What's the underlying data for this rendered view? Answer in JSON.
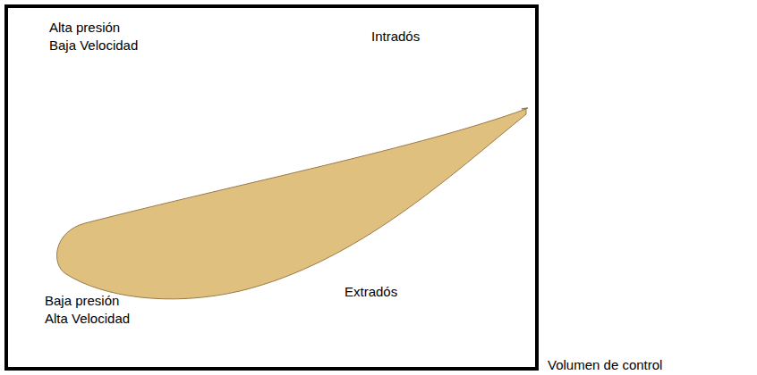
{
  "diagram": {
    "nodes": [
      {
        "text": [
          "Alta presión Baja Velocidad",
          "Intradós",
          "Baja presión Alta Velocidad",
          "Extradós",
          "Volumen de control"
        ]
      }
    ]
  }
}
